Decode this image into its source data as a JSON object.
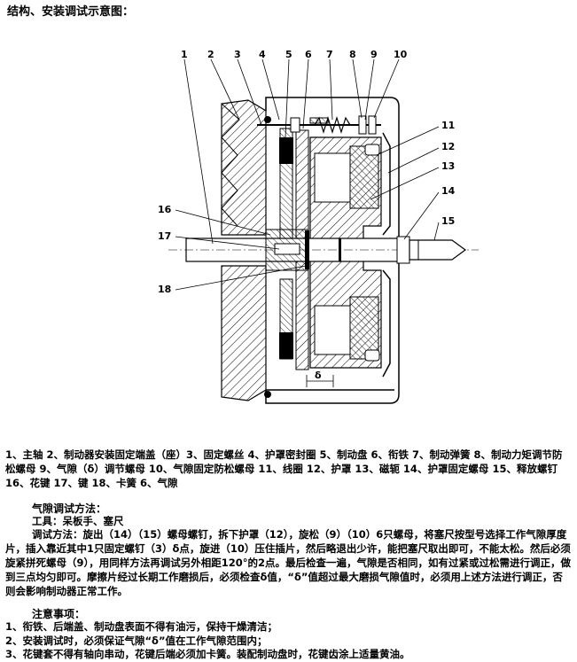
{
  "title": "结构、安装调试示意图：",
  "figure": {
    "callouts": [
      "1",
      "2",
      "3",
      "4",
      "5",
      "6",
      "7",
      "8",
      "9",
      "10",
      "11",
      "12",
      "13",
      "14",
      "15",
      "16",
      "17",
      "18"
    ],
    "gap_symbol": "δ"
  },
  "legend": "1、主轴 2、制动器安装固定端盖（座）3、固定螺丝 4、护罩密封圈 5、制动盘 6、衔铁 7、制动弹簧 8、制动力矩调节防松螺母 9、气隙（δ）调节螺母 10、气隙固定防松螺母 11、线圈 12、护罩 13、磁轭 14、护罩固定螺母 15、释放螺钉 16、花键 17、键 18、卡簧 6、气隙",
  "gap": {
    "heading": "气隙调试方法：",
    "tools": "工具：呆板手、塞尺",
    "method": "调试方法：旋出（14）（15）螺母螺钉，拆下护罩（12），旋松（9）（10）6只螺母，将塞尺按型号选择工作气隙厚度片，插入靠近其中1只固定螺钉（3）δ点，旋进（10）压住插片，然后略退出少许，能把塞尺取出即可，不能太松。然后必须旋紧拼死螺母（9），用同样方法再调试另外相距120°的2点。最后检查一遍，气隙是否相同，如有过紧或过松需进行调正，做到三点均匀即可。摩擦片经过长期工作磨损后，必须检查δ值，“δ”值超过最大磨损气隙值时，必须用上述方法进行调正，否则会影响制动器正常工作。"
  },
  "notes": {
    "heading": "注意事项：",
    "items": [
      "1、衔铁、后端盖、制动盘表面不得有油污，保持干燥清洁；",
      "2、安装调试时，必须保证气隙“δ”值在工作气隙范围内；",
      "3、花键套不得有轴向串动，花键后端必须加卡簧。装配制动盘时，花键齿涂上适量黄油。"
    ]
  }
}
